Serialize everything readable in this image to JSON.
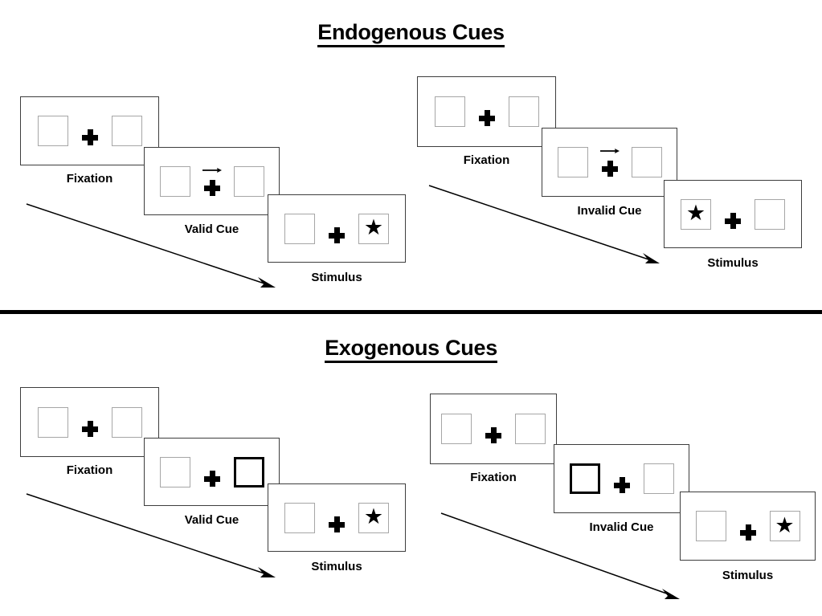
{
  "figure": {
    "background": "#ffffff",
    "box_border_color": "#a6a6a6",
    "cue_highlight_color": "#000000",
    "panel_border_color": "#3d3d3d",
    "divider_color": "#000000"
  },
  "sections": [
    {
      "id": "endogenous",
      "title": "Endogenous Cues",
      "sequences": [
        {
          "id": "endogenous-valid",
          "cue_type": "arrow",
          "frames": [
            {
              "label": "Fixation",
              "cue": "none",
              "stimulus_side": "none"
            },
            {
              "label": "Valid Cue",
              "cue": "arrow-right",
              "stimulus_side": "none"
            },
            {
              "label": "Stimulus",
              "cue": "none",
              "stimulus_side": "right"
            }
          ]
        },
        {
          "id": "endogenous-invalid",
          "cue_type": "arrow",
          "frames": [
            {
              "label": "Fixation",
              "cue": "none",
              "stimulus_side": "none"
            },
            {
              "label": "Invalid Cue",
              "cue": "arrow-right",
              "stimulus_side": "none"
            },
            {
              "label": "Stimulus",
              "cue": "none",
              "stimulus_side": "left"
            }
          ]
        }
      ]
    },
    {
      "id": "exogenous",
      "title": "Exogenous Cues",
      "sequences": [
        {
          "id": "exogenous-valid",
          "cue_type": "box-flash",
          "frames": [
            {
              "label": "Fixation",
              "cue": "none",
              "stimulus_side": "none"
            },
            {
              "label": "Valid Cue",
              "cue": "box-right",
              "stimulus_side": "none"
            },
            {
              "label": "Stimulus",
              "cue": "none",
              "stimulus_side": "right"
            }
          ]
        },
        {
          "id": "exogenous-invalid",
          "cue_type": "box-flash",
          "frames": [
            {
              "label": "Fixation",
              "cue": "none",
              "stimulus_side": "none"
            },
            {
              "label": "Invalid Cue",
              "cue": "box-left",
              "stimulus_side": "none"
            },
            {
              "label": "Stimulus",
              "cue": "none",
              "stimulus_side": "right"
            }
          ]
        }
      ]
    }
  ],
  "glyphs": {
    "star": "★",
    "fixation_cross": "plus-sign",
    "time_arrow": "diagonal-arrow-down-right",
    "cue_arrow": "arrow-right"
  }
}
